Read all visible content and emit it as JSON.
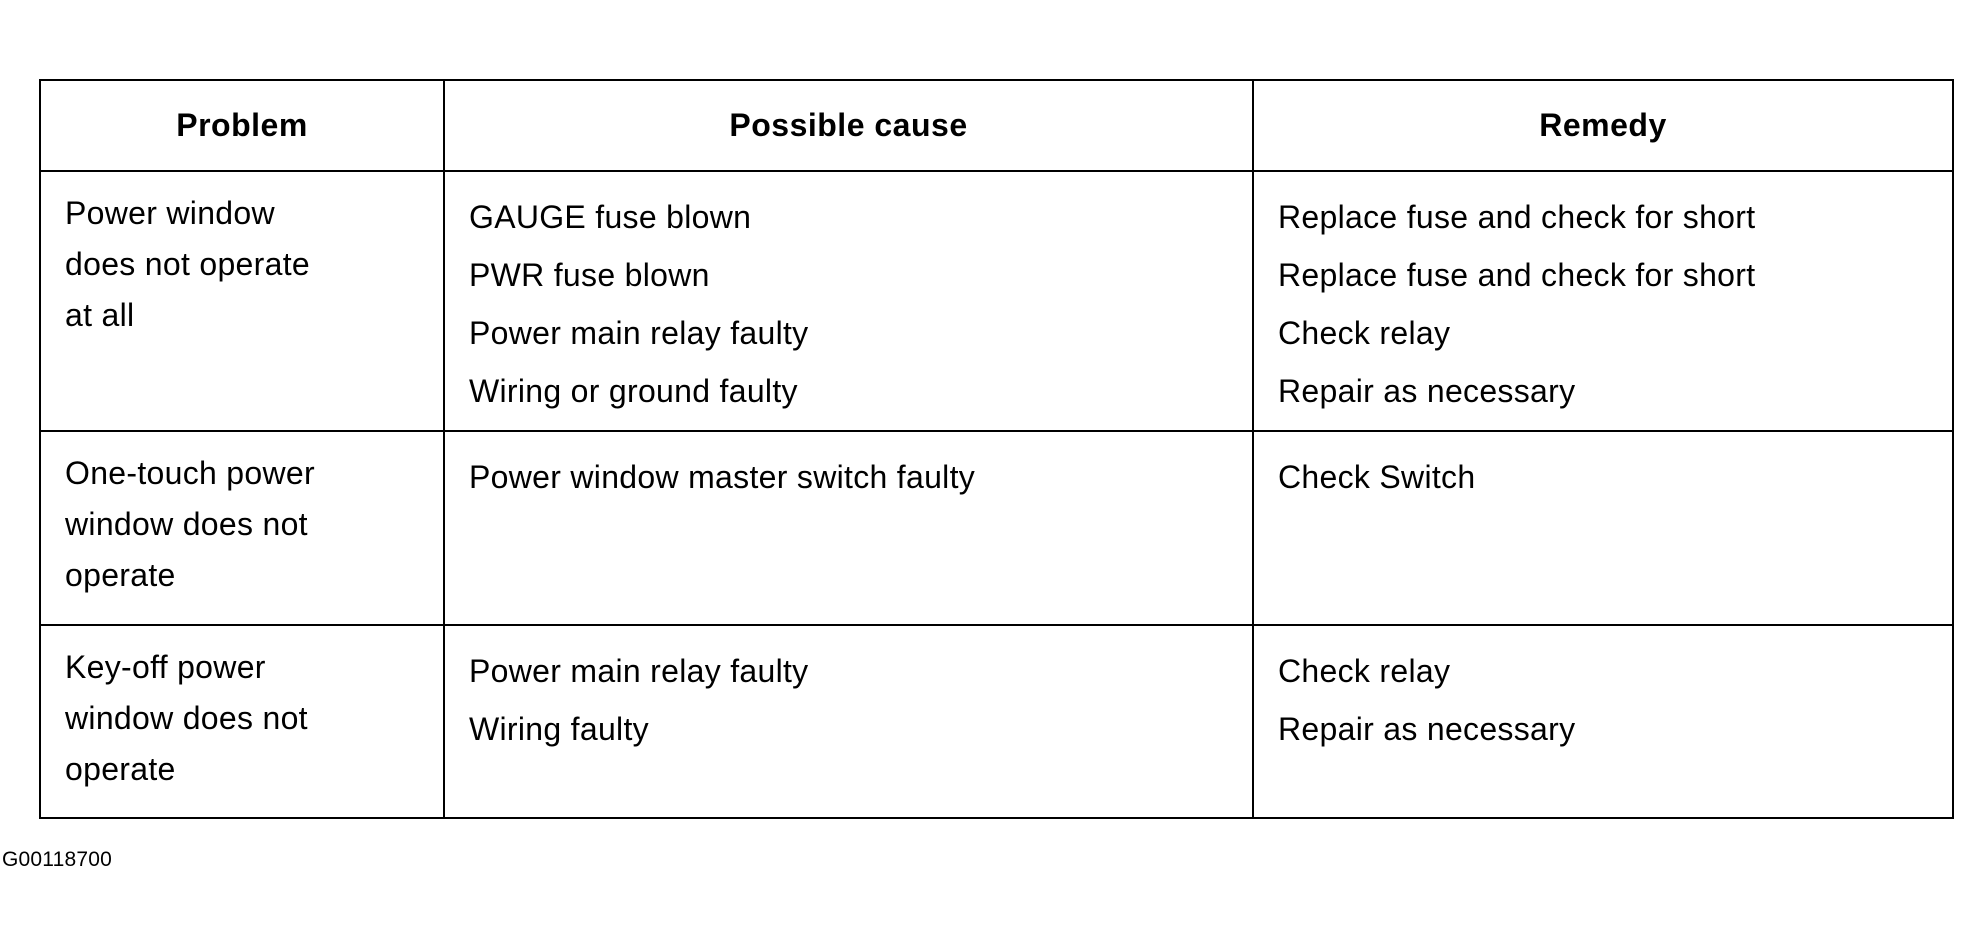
{
  "table": {
    "headers": [
      "Problem",
      "Possible cause",
      "Remedy"
    ],
    "rows": [
      {
        "problem": [
          "Power window",
          "does not operate",
          "at all"
        ],
        "causes": [
          "GAUGE fuse blown",
          "PWR fuse blown",
          "Power main relay faulty",
          "Wiring or ground faulty"
        ],
        "remedies": [
          "Replace fuse and check for short",
          "Replace fuse and check for short",
          "Check relay",
          "Repair as necessary"
        ]
      },
      {
        "problem": [
          "One-touch power",
          "window does not",
          "operate"
        ],
        "causes": [
          "Power window master switch faulty"
        ],
        "remedies": [
          "Check Switch"
        ]
      },
      {
        "problem": [
          "Key-off power",
          "window does not",
          "operate"
        ],
        "causes": [
          "Power main relay faulty",
          "Wiring faulty"
        ],
        "remedies": [
          "Check relay",
          "Repair as necessary"
        ]
      }
    ]
  },
  "figure_id": "G00118700"
}
